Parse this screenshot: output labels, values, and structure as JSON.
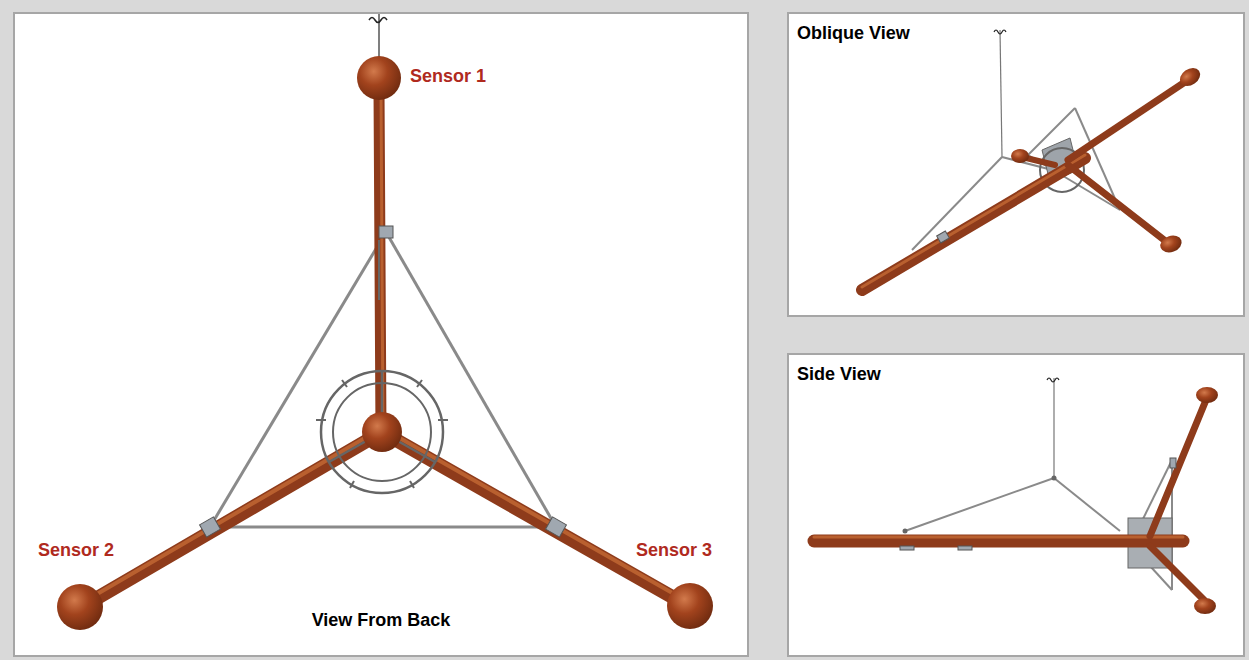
{
  "diagram": {
    "nodes": [
      {
        "text": [
          "View From Back"
        ]
      },
      {
        "text": [
          "Oblique View"
        ]
      },
      {
        "text": [
          "Side View"
        ]
      }
    ],
    "labels": [
      "Sensor 1",
      "Sensor 2",
      "Sensor 3"
    ]
  }
}
